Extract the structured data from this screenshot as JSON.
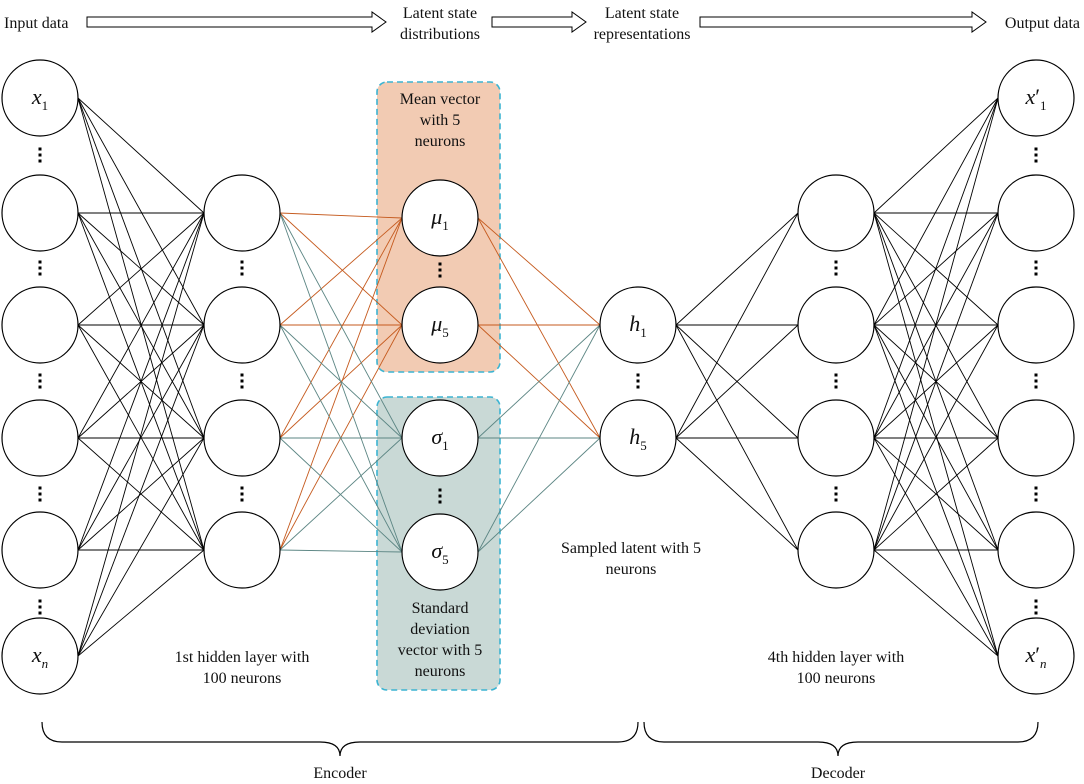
{
  "flow": {
    "input": "Input data",
    "distributions_line1": "Latent state",
    "distributions_line2": "distributions",
    "representations_line1": "Latent state",
    "representations_line2": "representations",
    "output": "Output data"
  },
  "nodes": {
    "x1": {
      "base": "x",
      "sub": "1"
    },
    "xn": {
      "base": "x",
      "sub": "n"
    },
    "mu1": {
      "base": "μ",
      "sub": "1"
    },
    "mu5": {
      "base": "μ",
      "sub": "5"
    },
    "sigma1": {
      "base": "σ",
      "sub": "1"
    },
    "sigma5": {
      "base": "σ",
      "sub": "5"
    },
    "h1": {
      "base": "h",
      "sub": "1"
    },
    "h5": {
      "base": "h",
      "sub": "5"
    },
    "x1p": {
      "base": "x",
      "prime": "′",
      "sub": "1"
    },
    "xnp": {
      "base": "x",
      "prime": "′",
      "sub": "n"
    }
  },
  "labels": {
    "mean_box": [
      "Mean vector",
      "with 5",
      "neurons"
    ],
    "std_box": [
      "Standard",
      "deviation",
      "vector with 5",
      "neurons"
    ],
    "hidden1": [
      "1st hidden layer with",
      "100 neurons"
    ],
    "sampled": [
      "Sampled latent with 5",
      "neurons"
    ],
    "hidden4": [
      "4th hidden layer with",
      "100 neurons"
    ]
  },
  "braces": {
    "encoder": "Encoder",
    "decoder": "Decoder"
  },
  "colors": {
    "mean_fill": "#f2cbb3",
    "std_fill": "#c9d9d6",
    "box_border": "#3cb4d2",
    "edge_mean": "#c55a1e",
    "edge_std": "#5b8583",
    "edge_default": "#000000"
  }
}
